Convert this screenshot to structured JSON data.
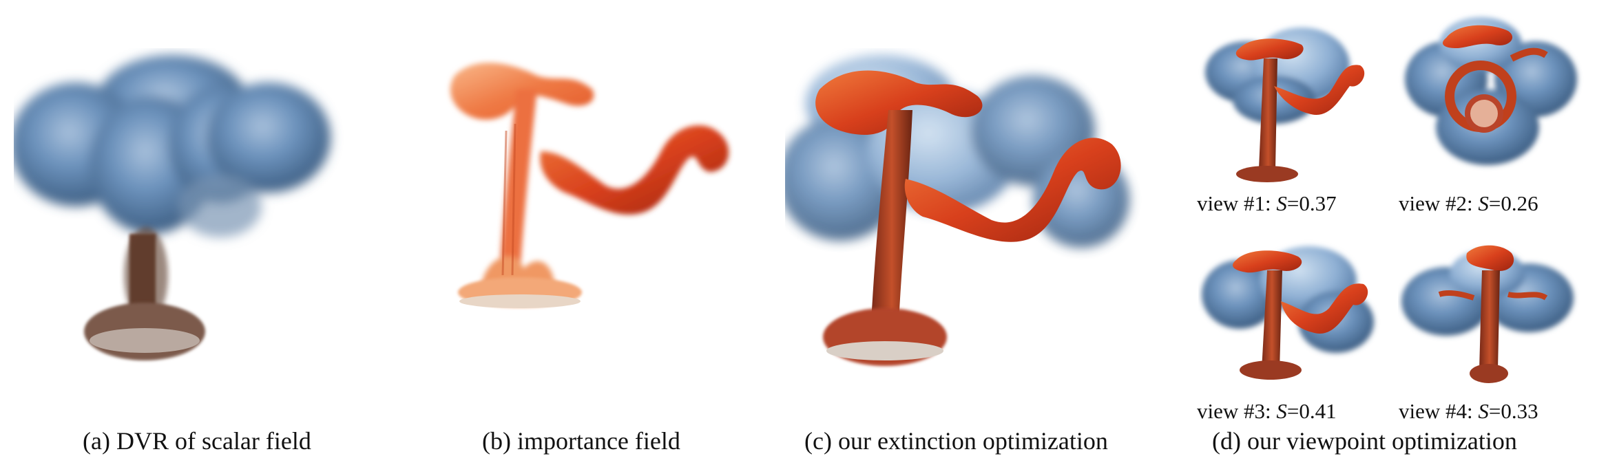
{
  "figure": {
    "captions": {
      "a": "(a) DVR of scalar field",
      "b": "(b) importance field",
      "c": "(c) our extinction optimization",
      "d": "(d) our viewpoint optimization"
    },
    "views": [
      {
        "label": "view #1:",
        "var": "S",
        "eq": "=",
        "value": "0.37"
      },
      {
        "label": "view #2:",
        "var": "S",
        "eq": "=",
        "value": "0.26"
      },
      {
        "label": "view #3:",
        "var": "S",
        "eq": "=",
        "value": "0.41"
      },
      {
        "label": "view #4:",
        "var": "S",
        "eq": "=",
        "value": "0.33"
      }
    ]
  },
  "colors": {
    "smoke_blue": "#5e86b4",
    "smoke_dark": "#2f4a66",
    "fire_orange": "#e8582a",
    "fire_dark": "#8a1c0c",
    "fire_light": "#f7c9a0"
  }
}
